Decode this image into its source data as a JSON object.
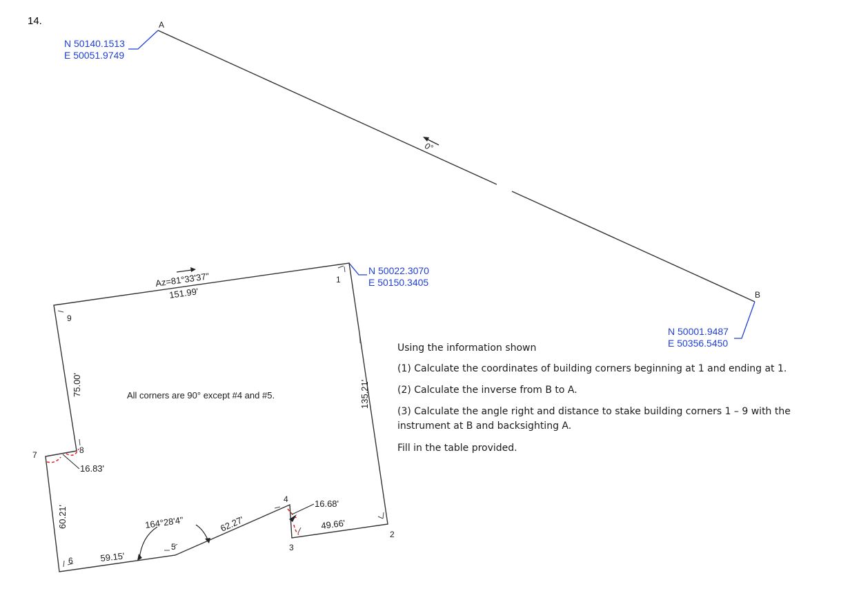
{
  "question_number": "14.",
  "points": {
    "A": {
      "label": "A",
      "north": "N 50140.1513",
      "east": "E 50051.9749"
    },
    "B": {
      "label": "B",
      "north": "N 50001.9487",
      "east": "E 50356.5450"
    },
    "C1": {
      "north": "N 50022.3070",
      "east": "E 50150.3405"
    }
  },
  "line_ab_label": "0°",
  "azimuth_label": "Az=81°33'37\"",
  "corner_labels": [
    "1",
    "2",
    "3",
    "4",
    "5",
    "6",
    "7",
    "8",
    "9"
  ],
  "dimensions": {
    "d_1_9": "151.99'",
    "d_9_8": "75.00'",
    "d_1_2": "135.21'",
    "d_8_7": "16.83'",
    "d_7_6": "60.21'",
    "d_6_5": "59.15'",
    "d_5_4": "62.27'",
    "d_4_3": "16.68'",
    "d_3_2": "49.66'",
    "angle_5": "164°28'4\""
  },
  "note": "All corners are 90° except #4 and #5.",
  "instructions": {
    "intro": "Using the information shown",
    "step1": "(1) Calculate the coordinates of building corners beginning at 1 and ending at 1.",
    "step2": "(2) Calculate the inverse from B to A.",
    "step3": "(3) Calculate the angle right and distance to stake building corners 1 – 9 with the instrument at B and backsighting A.",
    "step4": "Fill in the table provided."
  },
  "colors": {
    "coordinate_text": "#1f3fd6",
    "angle_arc": "#e02020",
    "linework": "#333333"
  }
}
